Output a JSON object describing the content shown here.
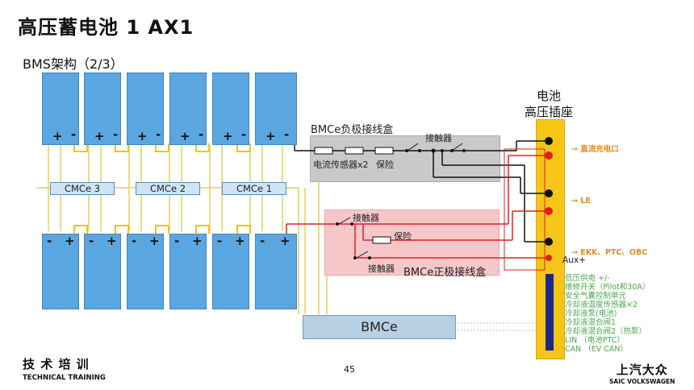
{
  "header": {
    "title": "高压蓄电池 1 AX1",
    "subtitle": "BMS架构（2/3）"
  },
  "modules": {
    "cmce": [
      "CMCe 3",
      "CMCe 2",
      "CMCe 1"
    ],
    "bmce": "BMCe"
  },
  "neg_box": {
    "title": "BMCe负极接线盒",
    "contactor": "接触器",
    "sensor": "电流传感器x2",
    "fuse": "保险"
  },
  "pos_box": {
    "title": "BMCe正极接线盒",
    "contactor_top": "接触器",
    "contactor_bottom": "接触器",
    "fuse": "保险"
  },
  "connector": {
    "title_line1": "电池",
    "title_line2": "高压插座",
    "outputs": [
      "→ 直流充电口",
      "→ LE",
      "→ EKK、PTC、OBC"
    ],
    "aux_label": "Aux+",
    "lv_pins": [
      "低压供电 +/-",
      "维修开关（Pilot和30A）",
      "安全气囊控制单元",
      "冷却液温度传感器×2",
      "冷却液泵(电池)",
      "冷却液混合阀1",
      "冷却液混合阀2（热泵）",
      "LIN （电池PTC）",
      "CAN （EV CAN）"
    ]
  },
  "footer": {
    "left_title": "技 术 培 训",
    "left_subtitle": "TECHNICAL TRAINING",
    "page": "45",
    "brand": "上汽大众",
    "brand_sub": "SAIC VOLKSWAGEN"
  },
  "colors": {
    "cell": "#5aa6e0",
    "bus_bar": "#f0c419",
    "neg_box": "#c9c9c9",
    "pos_box": "#f6c7c9",
    "connector": "#f5c518",
    "red_wire": "#e02020",
    "lv_text": "#4aa84a",
    "output_text": "#e48a1c"
  }
}
